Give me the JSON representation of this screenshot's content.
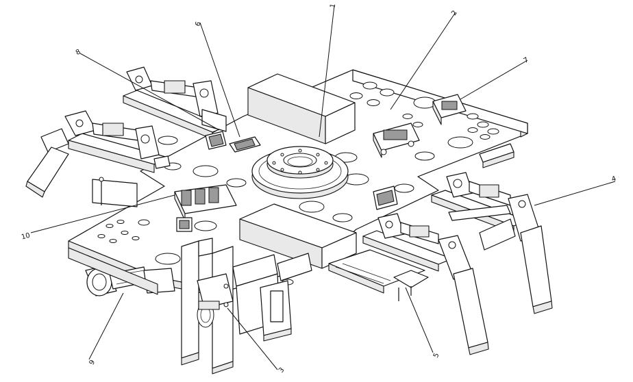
{
  "figure": {
    "callouts": [
      {
        "id": "c1",
        "text": "1"
      },
      {
        "id": "c2",
        "text": "2"
      },
      {
        "id": "c3",
        "text": "3"
      },
      {
        "id": "c4",
        "text": "4"
      },
      {
        "id": "c5",
        "text": "5"
      },
      {
        "id": "c6",
        "text": "6"
      },
      {
        "id": "c7",
        "text": "7"
      },
      {
        "id": "c8",
        "text": "8"
      },
      {
        "id": "c9",
        "text": "9"
      },
      {
        "id": "c10",
        "text": "10"
      }
    ]
  }
}
